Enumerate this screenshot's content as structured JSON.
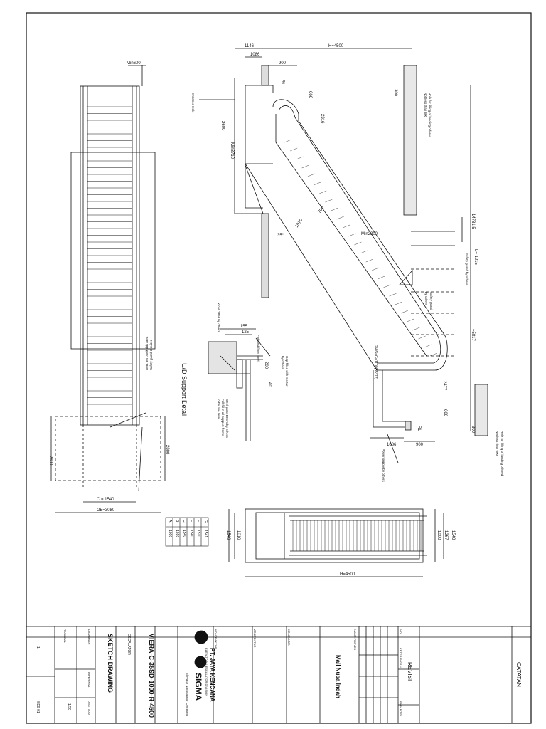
{
  "plan_top": {
    "min_width": "Min600",
    "entrance_note_1": "Dont not block this area",
    "entrance_note_2": "Safety guard required",
    "dim_c": "C = 1540",
    "dim_2e": "2E=3080",
    "dim_2800_left": "2800",
    "dim_2800_right": "2800"
  },
  "elevation": {
    "dim_1146": "1146",
    "dim_h_total": "H=4500",
    "dim_1086_top": "1086",
    "dim_900_top": "900",
    "dim_666_top": "666",
    "dim_2316": "2316",
    "dim_2600": "2600",
    "dim_min3710": "Min3710",
    "dim_300_top": "300",
    "dim_entrance": "Entrance Hole",
    "dim_790": "790",
    "dim_1070": "1070",
    "dim_min2300": "Min2300",
    "angle": "35°",
    "dim_14781": "14781.5",
    "dim_l": "L= 1215",
    "dim_5817": "+5817",
    "dim_2477": "2477",
    "dim_666_bot": "666",
    "dim_1086_bot": "1086",
    "dim_900_bot": "900",
    "dim_300_bot": "300",
    "dim_formula": "2/4/5=G=1100(35°72)",
    "rl_top": "RL",
    "rl_bot": "RL",
    "note_top_1": "Hole for filling of landing offered",
    "note_top_2": "Not less than 600",
    "note_safety_1": "Safety guard by others",
    "note_safety_2": "Safety guard",
    "note_safety_3": "by others",
    "note_bot_1": "Hole for filling of landing offered",
    "note_bot_2": "Not less than 600",
    "note_power": "Power supply by others"
  },
  "support_detail": {
    "title": "U/D Support Detail",
    "dim_155": "155",
    "dim_125": "125",
    "dim_200": "200",
    "dim_40": "40",
    "note_1": "Y-cell 2856 by others",
    "note_2": "Finished floor level",
    "note_3": "Gap filled with mortar",
    "note_4": "by others",
    "note_5": "Steel plate 10mm by others",
    "note_6": "Full fill in all support frame",
    "note_7": "to be fine level"
  },
  "param_table": {
    "rows": [
      [
        "A",
        "1000"
      ],
      [
        "B",
        "1010"
      ],
      [
        "C",
        "1540"
      ],
      [
        "E",
        "1540"
      ],
      [
        "F",
        "1510"
      ],
      [
        "G",
        "1541"
      ]
    ]
  },
  "plan_bottom": {
    "dim_h": "H=4500",
    "dim_1540": "1540",
    "dim_1267": "1267",
    "dim_1000": "1000",
    "dim_1540_left": "1540",
    "dim_1010": "1010"
  },
  "title_block": {
    "catatan": "CATATAN",
    "revisi": "REVISI",
    "project": "Mall Nusa Indah",
    "company_name": "PT. JAYA KENCANA",
    "company_tagline": "ELEVATOR & ESCALATOR DIVISION",
    "sigma_brand": "SIGMA",
    "sigma_tagline": "Elevator & Escalator Company",
    "model": "VIERA-C-35SD-1000-R-4500",
    "product": "ESCALATOR",
    "drawing_type": "SKETCH DRAWING",
    "drawing_no": "SE0-01",
    "sheet_no": "1",
    "scale": "1/50",
    "col_kontraktor": "KONTRAKTOR",
    "col_arsitek": "ARSITEKTUR",
    "col_konsultan": "KONSULTAN",
    "col_pemilik": "NAMA PROYEK",
    "col_digambar": "DIGAMBAR",
    "col_diperiksa": "DIPERIKSA",
    "col_disetujui": "DISETUJUI",
    "col_tanggal": "TANGGAL",
    "col_no": "NO.",
    "col_keterangan": "KETERANGAN",
    "col_paraf": "PARAF/TGL"
  }
}
